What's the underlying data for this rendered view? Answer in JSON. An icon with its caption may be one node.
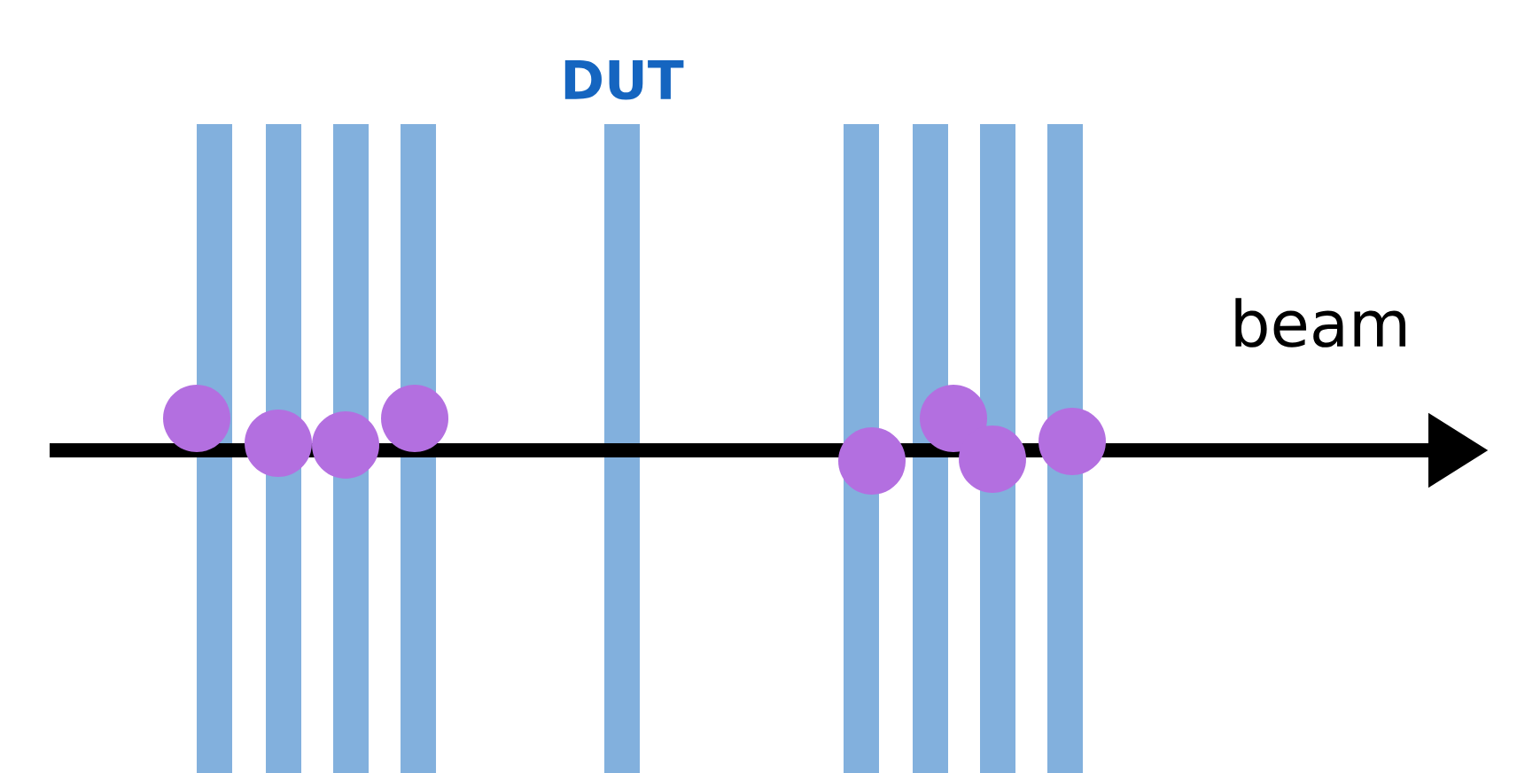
{
  "diagram": {
    "nodes": [
      {
        "text": [],
        "shape": "bar"
      },
      {
        "text": [],
        "shape": "bar"
      },
      {
        "text": [],
        "shape": "bar"
      },
      {
        "text": [],
        "shape": "bar"
      },
      {
        "text": [
          "DUT"
        ]
      },
      {
        "text": [],
        "shape": "bar"
      },
      {
        "text": [],
        "shape": "bar"
      },
      {
        "text": [],
        "shape": "bar"
      },
      {
        "text": [],
        "shape": "bar"
      }
    ],
    "labels": [
      "beam"
    ]
  }
}
